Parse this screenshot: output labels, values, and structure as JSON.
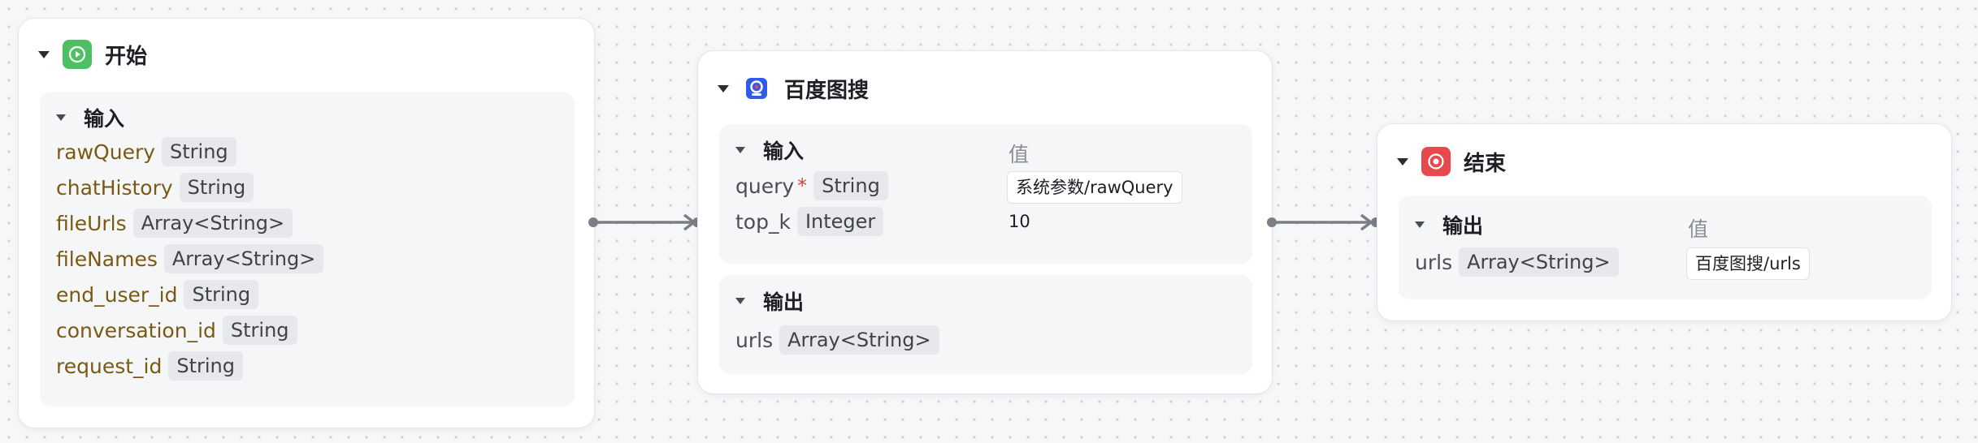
{
  "canvas": {
    "background": "#f6f7f9"
  },
  "nodes": {
    "start": {
      "title": "开始",
      "icon": "play-circle-icon",
      "icon_color": "#4fbf63",
      "input_section": "输入",
      "inputs": [
        {
          "name": "rawQuery",
          "type": "String"
        },
        {
          "name": "chatHistory",
          "type": "String"
        },
        {
          "name": "fileUrls",
          "type": "Array<String>"
        },
        {
          "name": "fileNames",
          "type": "Array<String>"
        },
        {
          "name": "end_user_id",
          "type": "String"
        },
        {
          "name": "conversation_id",
          "type": "String"
        },
        {
          "name": "request_id",
          "type": "String"
        }
      ]
    },
    "baidu": {
      "title": "百度图搜",
      "icon": "baidu-image-search-icon",
      "icon_color": "#2f5bea",
      "input_section": "输入",
      "value_header": "值",
      "inputs": [
        {
          "name": "query",
          "required_mark": "*",
          "type": "String",
          "value": "系统参数/rawQuery"
        },
        {
          "name": "top_k",
          "type": "Integer",
          "value": "10"
        }
      ],
      "output_section": "输出",
      "outputs": [
        {
          "name": "urls",
          "type": "Array<String>"
        }
      ]
    },
    "end": {
      "title": "结束",
      "icon": "stop-target-icon",
      "icon_color": "#e5484d",
      "output_section": "输出",
      "value_header": "值",
      "outputs": [
        {
          "name": "urls",
          "type": "Array<String>",
          "value": "百度图搜/urls"
        }
      ]
    }
  },
  "edges": [
    {
      "from": "开始",
      "to": "百度图搜"
    },
    {
      "from": "百度图搜",
      "to": "结束"
    }
  ]
}
